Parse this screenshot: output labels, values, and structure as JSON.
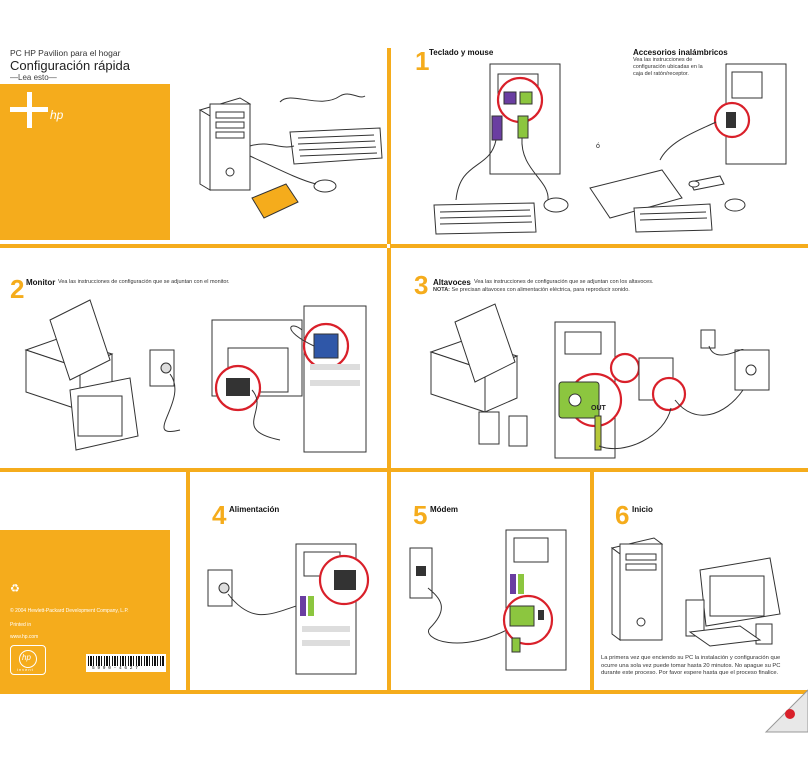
{
  "cover": {
    "product": "PC HP Pavilion para el hogar",
    "title": "Configuración rápida",
    "subtitle": "—Lea esto—",
    "logo_text": "hp"
  },
  "steps": {
    "s1": {
      "number": "1",
      "title": "Teclado y mouse"
    },
    "s1b": {
      "title": "Accesorios inalámbricos",
      "text": "Vea las instrucciones de configuración ubicadas en la caja del ratón/receptor."
    },
    "s2": {
      "number": "2",
      "title": "Monitor",
      "text": "Vea las instrucciones de configuración que se adjuntan con el monitor."
    },
    "s3": {
      "number": "3",
      "title": "Altavoces",
      "text": "Vea las instrucciones de configuración que se adjuntan con los altavoces.",
      "note_label": "NOTA:",
      "note": "Se precisan altavoces con alimentación eléctrica, para reproducir sonido.",
      "out_label": "OUT"
    },
    "s4": {
      "number": "4",
      "title": "Alimentación"
    },
    "s5": {
      "number": "5",
      "title": "Módem"
    },
    "s6": {
      "number": "6",
      "title": "Inicio",
      "text": "La primera vez que enciendo su PC la instalación y configuración que ocurre una sola vez puede tomar hasta 20 minutos. No apague su PC durante este proceso. Por favor espere hasta que el proceso finalice."
    }
  },
  "back": {
    "copyright": "© 2004 Hewlett-Packard Development Company, L.P.",
    "printed": "Printed in",
    "url": "www.hp.com",
    "logo_text": "hp",
    "logo_sub": "invent",
    "barcode": "5 9 9 0 - 4 6 2 7"
  },
  "colors": {
    "accent": "#f5ac1c",
    "highlight": "#d9202a",
    "green": "#8cc63f",
    "purple": "#6a3ea1",
    "blue": "#2f57a8"
  },
  "icons": [
    "recycle-icon",
    "hp-logo-icon",
    "page-curl-icon"
  ]
}
